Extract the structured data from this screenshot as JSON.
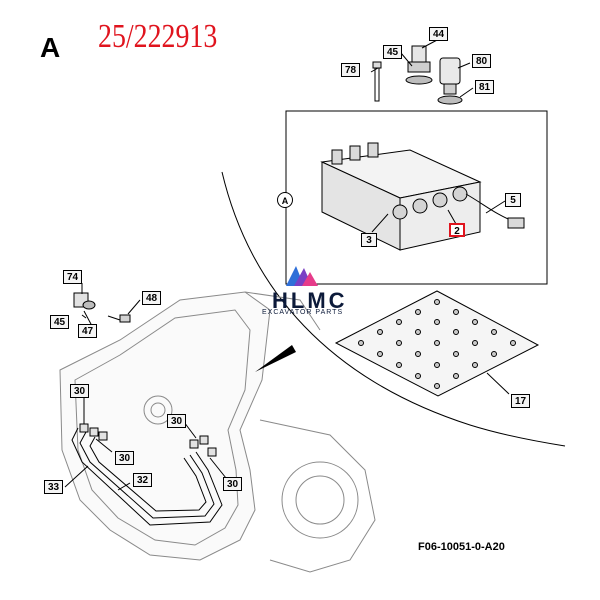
{
  "view_letter": "A",
  "part_number": "25/222913",
  "figure_code": "F06-10051-0-A20",
  "logo": {
    "text": "HLMC",
    "subtitle": "EXCAVATOR PARTS",
    "colors": [
      "#e63b8a",
      "#7a3fc4",
      "#2f6fd8"
    ]
  },
  "detail_marker": "A",
  "callouts": [
    "44",
    "45",
    "80",
    "78",
    "81",
    "5",
    "2",
    "3",
    "74",
    "48",
    "45",
    "47",
    "17",
    "30",
    "30",
    "30",
    "30",
    "33",
    "32"
  ],
  "highlight_color": "#e0141e"
}
